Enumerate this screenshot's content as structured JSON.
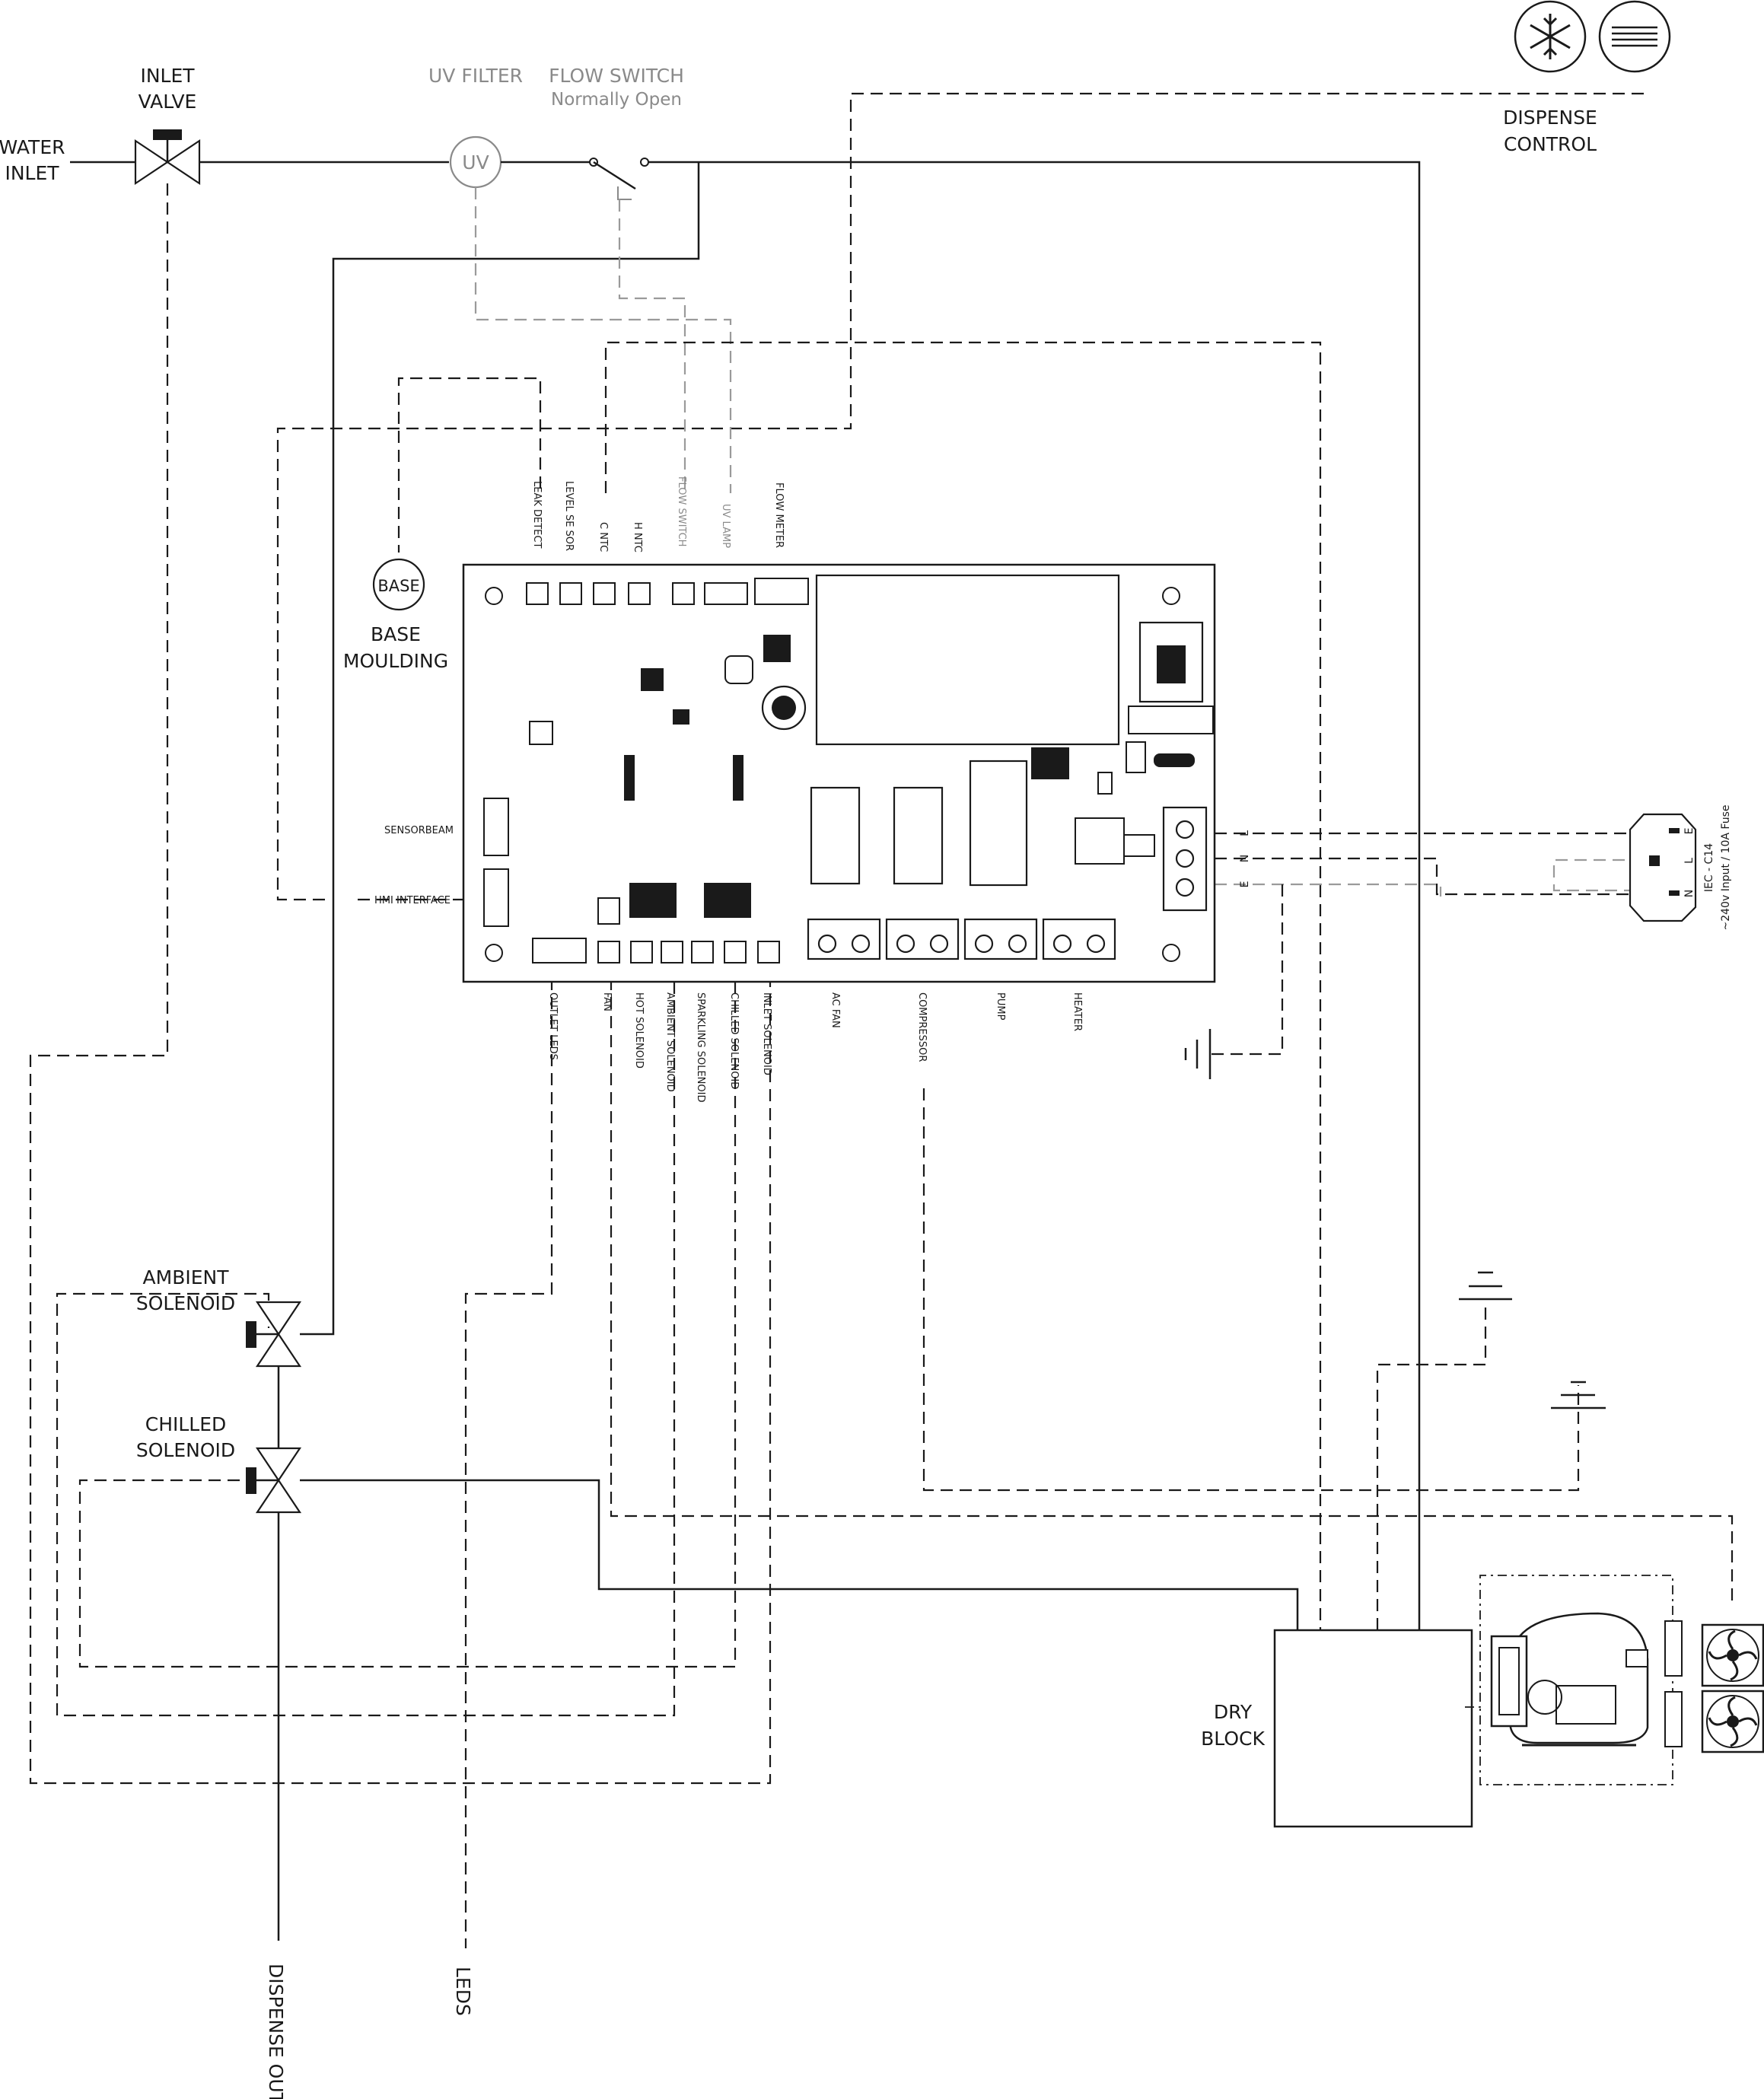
{
  "labels": {
    "water_inlet": [
      "WATER",
      "INLET"
    ],
    "inlet_valve": [
      "INLET",
      "VALVE"
    ],
    "uv_filter": "UV FILTER",
    "uv_symbol": "UV",
    "flow_switch": "FLOW SWITCH",
    "flow_switch_sub": "Normally Open",
    "dispense_control": [
      "DISPENSE",
      "CONTROL"
    ],
    "base_symbol": "BASE",
    "base_moulding": [
      "BASE",
      "MOULDING"
    ],
    "ambient_solenoid": [
      "AMBIENT",
      "SOLENOID"
    ],
    "chilled_solenoid": [
      "CHILLED",
      "SOLENOID"
    ],
    "dry_block": [
      "DRY",
      "BLOCK"
    ],
    "dispense_out": "DISPENSE OUT",
    "leds": "LEDS",
    "iec": "IEC - C14",
    "iec_sub": "~240v Input / 10A Fuse"
  },
  "board_top_connectors": [
    "LEAK DETECT",
    "LEVEL SE SOR",
    "C NTC",
    "H NTC",
    "FLOW SWITCH",
    "UV LAMP",
    "FLOW METER"
  ],
  "board_left_connectors": [
    "SENSORBEAM",
    "HMI INTERFACE"
  ],
  "board_bottom_connectors": [
    "OUTLET LEDS",
    "FAN",
    "HOT SOLENOID",
    "AMBIENT SOLENOID",
    "SPARKLING SOLENOID",
    "CHILLED SOLENOID",
    "INLET SOLENOID",
    "AC FAN",
    "COMPRESSOR",
    "PUMP",
    "HEATER"
  ],
  "power_terminal_labels": [
    "L",
    "N",
    "E"
  ],
  "iec_pins": [
    "E",
    "L",
    "N"
  ],
  "icons": [
    "snowflake-icon",
    "menu-lines-icon",
    "fan-icon",
    "compressor-icon",
    "ground-icon"
  ]
}
